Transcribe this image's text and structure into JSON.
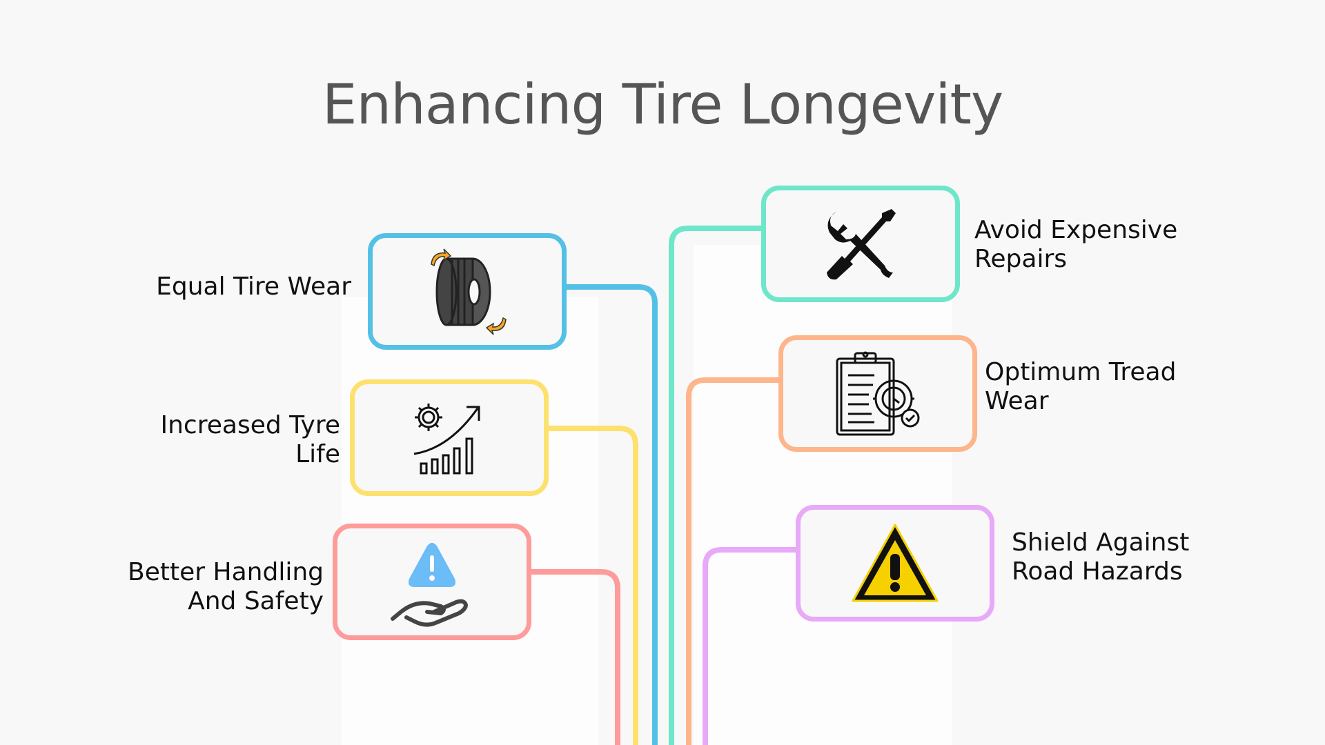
{
  "title": "Enhancing Tire Longevity",
  "colors": {
    "blue": "#55c0e6",
    "yellow": "#fde16f",
    "red": "#fe9b9b",
    "teal": "#6ee6c9",
    "orange": "#fdb68c",
    "purple": "#e7a9f8"
  },
  "left_items": [
    {
      "lines": [
        "Equal Tire Wear"
      ],
      "icon": "tire-rotation-icon"
    },
    {
      "lines": [
        "Increased Tyre",
        "Life"
      ],
      "icon": "growth-chart-gear-icon"
    },
    {
      "lines": [
        "Better Handling",
        "And Safety"
      ],
      "icon": "hand-warning-icon"
    }
  ],
  "right_items": [
    {
      "lines": [
        "Avoid Expensive",
        "Repairs"
      ],
      "icon": "wrench-screwdriver-icon"
    },
    {
      "lines": [
        "Optimum Tread",
        "Wear"
      ],
      "icon": "clipboard-gauge-icon"
    },
    {
      "lines": [
        "Shield Against",
        "Road Hazards"
      ],
      "icon": "warning-triangle-icon"
    }
  ]
}
